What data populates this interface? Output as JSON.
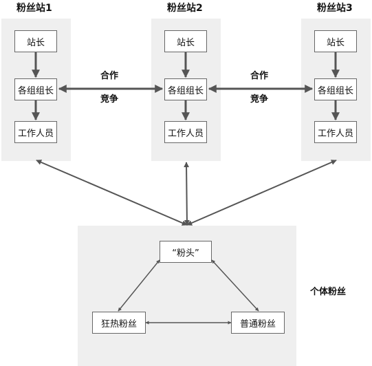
{
  "stations": [
    {
      "title": "粉丝站1",
      "roles": [
        "站长",
        "各组组长",
        "工作人员"
      ]
    },
    {
      "title": "粉丝站2",
      "roles": [
        "站长",
        "各组组长",
        "工作人员"
      ]
    },
    {
      "title": "粉丝站3",
      "roles": [
        "站长",
        "各组组长",
        "工作人员"
      ]
    }
  ],
  "relations": {
    "cooperate": "合作",
    "compete": "竞争"
  },
  "individual_fans": {
    "label": "个体粉丝",
    "leader": "“粉头”",
    "fanatic": "狂热粉丝",
    "ordinary": "普通粉丝"
  },
  "colors": {
    "panel": "#efefef",
    "arrow": "#555555",
    "node_border": "#666666"
  }
}
